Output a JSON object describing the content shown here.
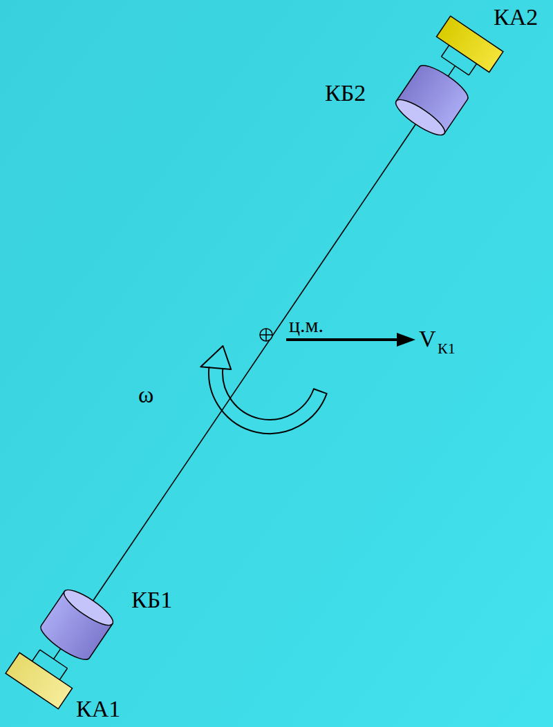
{
  "diagram": {
    "labels": [
      "КА2",
      "КБ2",
      "ц.м.",
      "V",
      "К1",
      "ω",
      "КБ1",
      "КА1"
    ]
  }
}
